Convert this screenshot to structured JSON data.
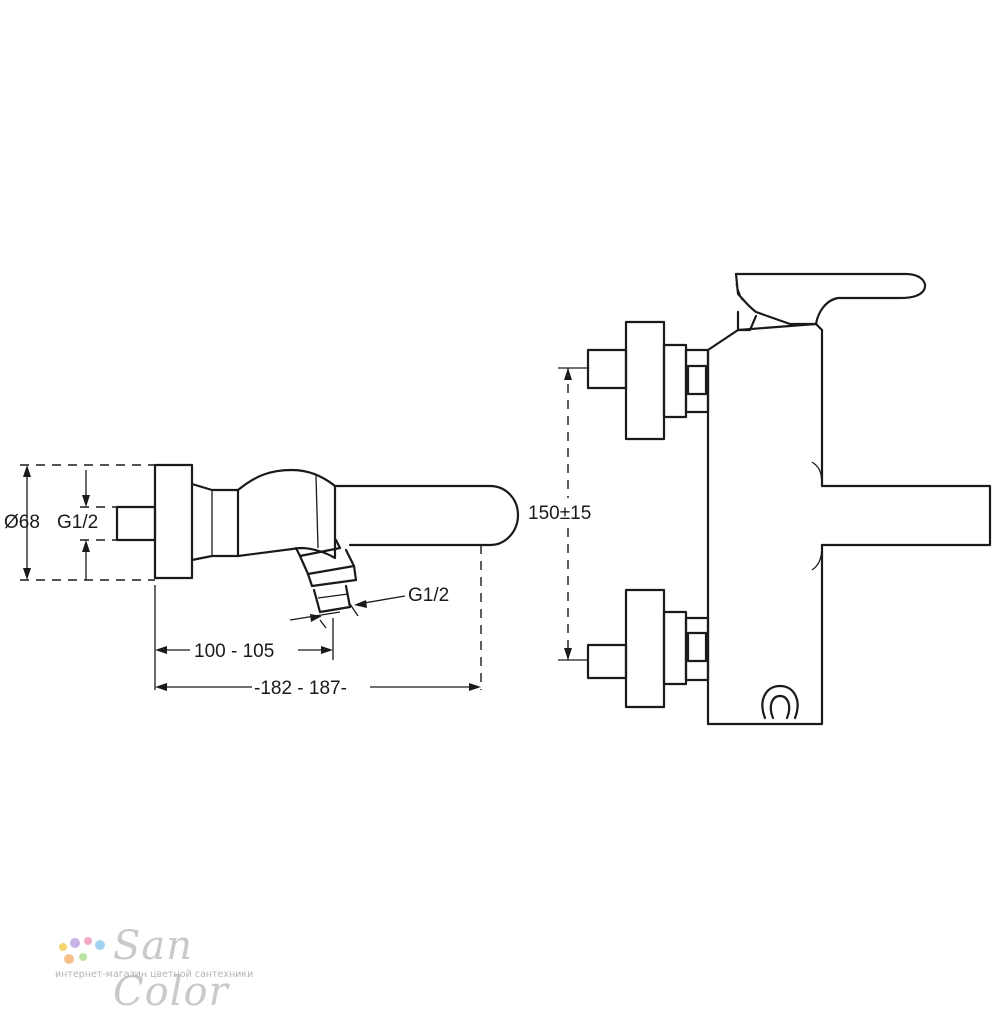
{
  "dimensions": {
    "diameter": "Ø68",
    "thread_inlet": "G1/2",
    "thread_outlet": "G1/2",
    "depth_short": "100 - 105",
    "depth_total": "-182 - 187-",
    "center_distance": "150±15"
  },
  "watermark": {
    "brand": "San Color",
    "tagline": "интернет-магазин цветной сантехники",
    "dot_colors": [
      "#f3d36b",
      "#c7b3e6",
      "#f4a9c8",
      "#9fd3f0",
      "#f6c08a",
      "#b9e3a0"
    ]
  }
}
